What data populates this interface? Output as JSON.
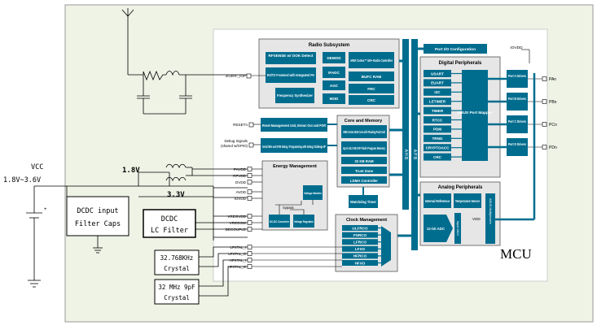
{
  "colors": {
    "board_fill": "#eef3e6",
    "board_edge": "#d9d9d9",
    "chip_fill": "#ffffff",
    "subsystem_fill": "#e6e6e6",
    "block_fill": "#006d8f",
    "block_text": "#ffffff",
    "wire": "#000000",
    "bus": "#006d8f"
  },
  "external": {
    "vcc_line1": "VCC",
    "vcc_line2": "1.8V~3.6V",
    "rail_18": "1.8V",
    "rail_33": "3.3V",
    "dcdc_input_line1": "DCDC input",
    "dcdc_input_line2": "Filter Caps",
    "dcdc_lc_line1": "DCDC",
    "dcdc_lc_line2": "LC Filter",
    "crystal1_line1": "32.768KHz",
    "crystal1_line2": "Crystal",
    "crystal2_line1": "32 MHz 9pF",
    "crystal2_line2": "Crystal",
    "mcu_label": "MCU"
  },
  "radio": {
    "title": "Radio Subsystem",
    "rfsense": "RFSENSE w/ OOK Detect",
    "rx_tx": "RX/TX Frontend with Integrated PA",
    "freq_synth": "Frequency Synthesizer",
    "demod": "DEMOD",
    "ifadc": "IFADC",
    "agc": "AGC",
    "mod": "MOD",
    "cortex": "ARM Cortex™ M0+ Radio Controller",
    "bufc_ram": "BUFC RAM",
    "frc": "FRC",
    "crc": "CRC",
    "pin_label": "2G4RF_IOP"
  },
  "core": {
    "title": "Core and Memory",
    "cortex": "ARM Cortex M33 Core with Floating Point Unit",
    "flash": "Up to 512 KB ISP Flash Program Memory",
    "ram": "32 KB RAM",
    "trust": "Trust Zone",
    "ldma": "LDMA Controller",
    "reset": "Reset Management Unit, Brown Out and POR",
    "debug": "Serial Wire and ETM Debug / Programming with Debug Challenge I/F",
    "reset_pin": "RESETn",
    "debug_pin_line1": "Debug Signals",
    "debug_pin_line2": "(shared w/GPIO)"
  },
  "energy": {
    "title": "Energy Management",
    "bypass": "bypass",
    "voltage_monitor": "Voltage Monitor",
    "dcdc_conv": "DC-DC Converter",
    "voltage_reg": "Voltage Regulator",
    "pins": [
      "PAVDD",
      "RFVDD",
      "DVDD",
      "AVDD",
      "IOVDD",
      "VREGVDD",
      "VREGSW",
      "DECOUPLE"
    ]
  },
  "watchdog": "Watchdog Timer",
  "clock": {
    "title": "Clock Management",
    "items": [
      "ULFRCO",
      "FSRCO",
      "LFRCO",
      "LFXO",
      "HFRCO",
      "HFXO"
    ],
    "pins": [
      "LFXTAL_I",
      "LFXTAL_O",
      "HFXTAL_I",
      "HFXTAL_O"
    ]
  },
  "bus": {
    "ahb": "A H B",
    "apb": "A P B"
  },
  "port_io": "Port I/O Configuration",
  "iovdd_label": "IOVDD",
  "digital": {
    "title": "Digital Peripherals",
    "items": [
      "USART",
      "EUART",
      "I2C",
      "LETIMER",
      "TIMER",
      "RTCC",
      "PDM",
      "TRNG",
      "CRYPTOACC",
      "CRC"
    ],
    "dbus": "DBUS Port Mapper",
    "ports": [
      {
        "name": "Port A Drivers",
        "pin": "PAn"
      },
      {
        "name": "Port B Drivers",
        "pin": "PBn"
      },
      {
        "name": "Port C Drivers",
        "pin": "PCn"
      },
      {
        "name": "Port D Drivers",
        "pin": "PDn"
      }
    ]
  },
  "analog": {
    "title": "Analog Peripherals",
    "internal_ref": "Internal Reference",
    "temp_sensor": "Temperature Sensor",
    "adc": "12-bit ADC",
    "vdd": "VDD",
    "input_mux": "Input MUX",
    "analog_mux": "ABUS Multiplexers"
  }
}
